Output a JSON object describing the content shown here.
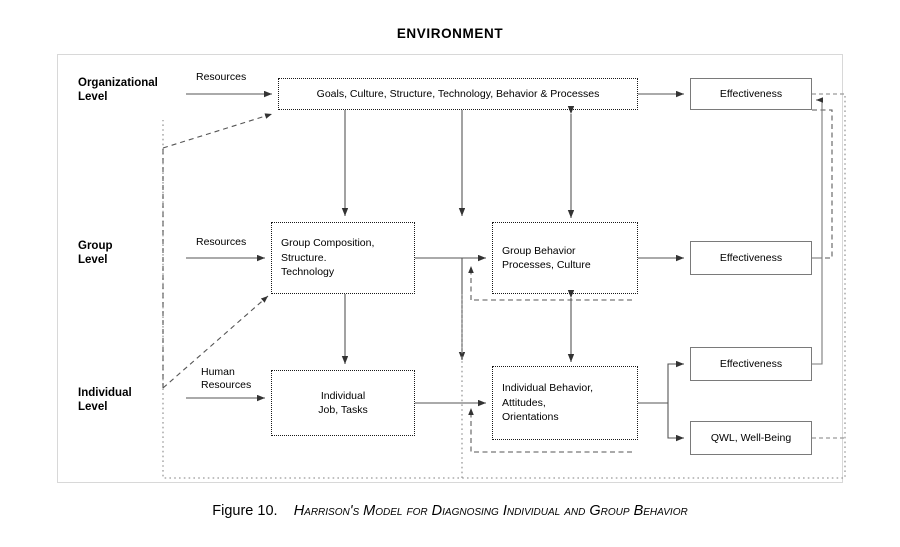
{
  "figure": {
    "environment_title": "ENVIRONMENT",
    "caption_number": "Figure 10.",
    "caption_title": "Harrison's Model for Diagnosing Individual and Group Behavior"
  },
  "levels": [
    {
      "id": "organizational",
      "label": "Organizational\nLevel"
    },
    {
      "id": "group",
      "label": "Group\nLevel"
    },
    {
      "id": "individual",
      "label": "Individual\nLevel"
    }
  ],
  "inputs": [
    {
      "id": "org-resources",
      "label": "Resources"
    },
    {
      "id": "group-resources",
      "label": "Resources"
    },
    {
      "id": "human-resources",
      "label": "Human\nResources"
    }
  ],
  "boxes": {
    "organizational_system": "Goals, Culture, Structure, Technology, Behavior & Processes",
    "group_composition": "Group Composition,\nStructure.\nTechnology",
    "group_behavior": "Group Behavior\nProcesses, Culture",
    "individual_job": "Individual\nJob, Tasks",
    "individual_behavior": "Individual Behavior,\nAttitudes,\nOrientations"
  },
  "outputs": {
    "effectiveness_org": "Effectiveness",
    "effectiveness_group": "Effectiveness",
    "effectiveness_individual": "Effectiveness",
    "qwl": "QWL, Well-Being"
  },
  "colors": {
    "line": "#555555",
    "dotted_box": "#1a1a1a",
    "solid_box_border": "#7a7a7a",
    "outer_frame": "#d8d8d8",
    "boundary_dotted": "#9a9a9a",
    "text": "#000000",
    "background": "#ffffff"
  }
}
